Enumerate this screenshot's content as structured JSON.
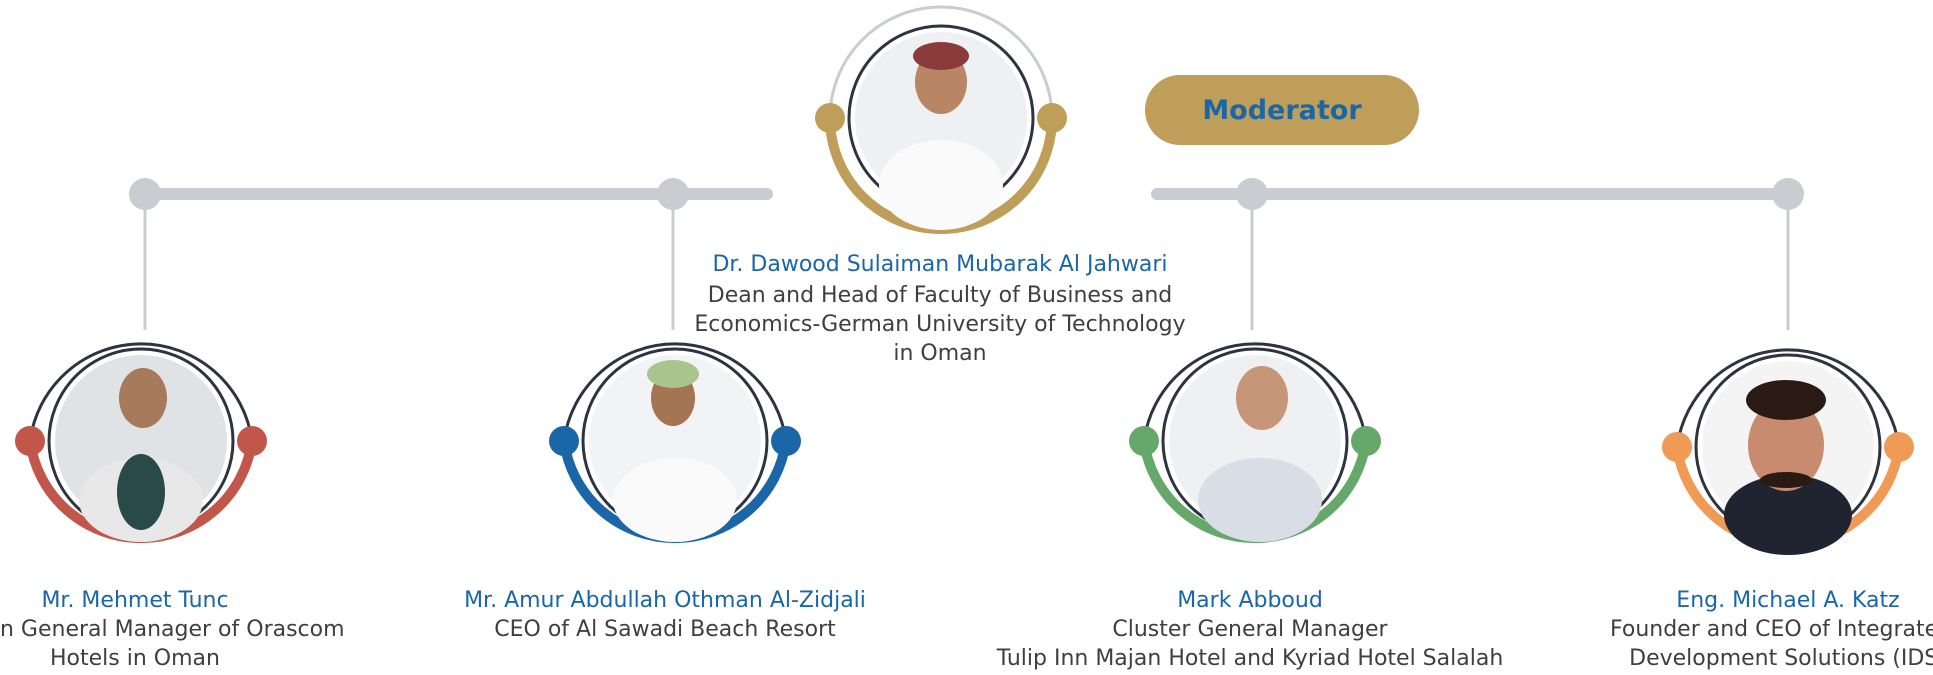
{
  "moderator_badge": "Moderator",
  "moderator": {
    "name": "Dr. Dawood Sulaiman Mubarak Al Jahwari",
    "title_lines": [
      "Dean and Head of Faculty of Business and",
      "Economics-German University of Technology",
      "in Oman"
    ],
    "ring_color": "#bf9e5a"
  },
  "panelists": [
    {
      "name": "Mr. Mehmet Tunc",
      "title_lines": [
        "n General Manager of Orascom",
        "Hotels in Oman"
      ],
      "ring_color": "#c0574a"
    },
    {
      "name": "Mr. Amur Abdullah Othman Al-Zidjali",
      "title_lines": [
        "CEO of Al Sawadi Beach Resort"
      ],
      "ring_color": "#1a66a6"
    },
    {
      "name": "Mark Abboud",
      "title_lines": [
        "Cluster General Manager",
        "Tulip Inn Majan Hotel and Kyriad Hotel Salalah"
      ],
      "ring_color": "#66a86a"
    },
    {
      "name": "Eng. Michael A. Katz",
      "title_lines": [
        "Founder and CEO of Integrated",
        "Development Solutions (IDS)"
      ],
      "ring_color": "#ef9a55"
    }
  ],
  "connector_color": "#c9ccd0",
  "outline_color": "#2e3340"
}
